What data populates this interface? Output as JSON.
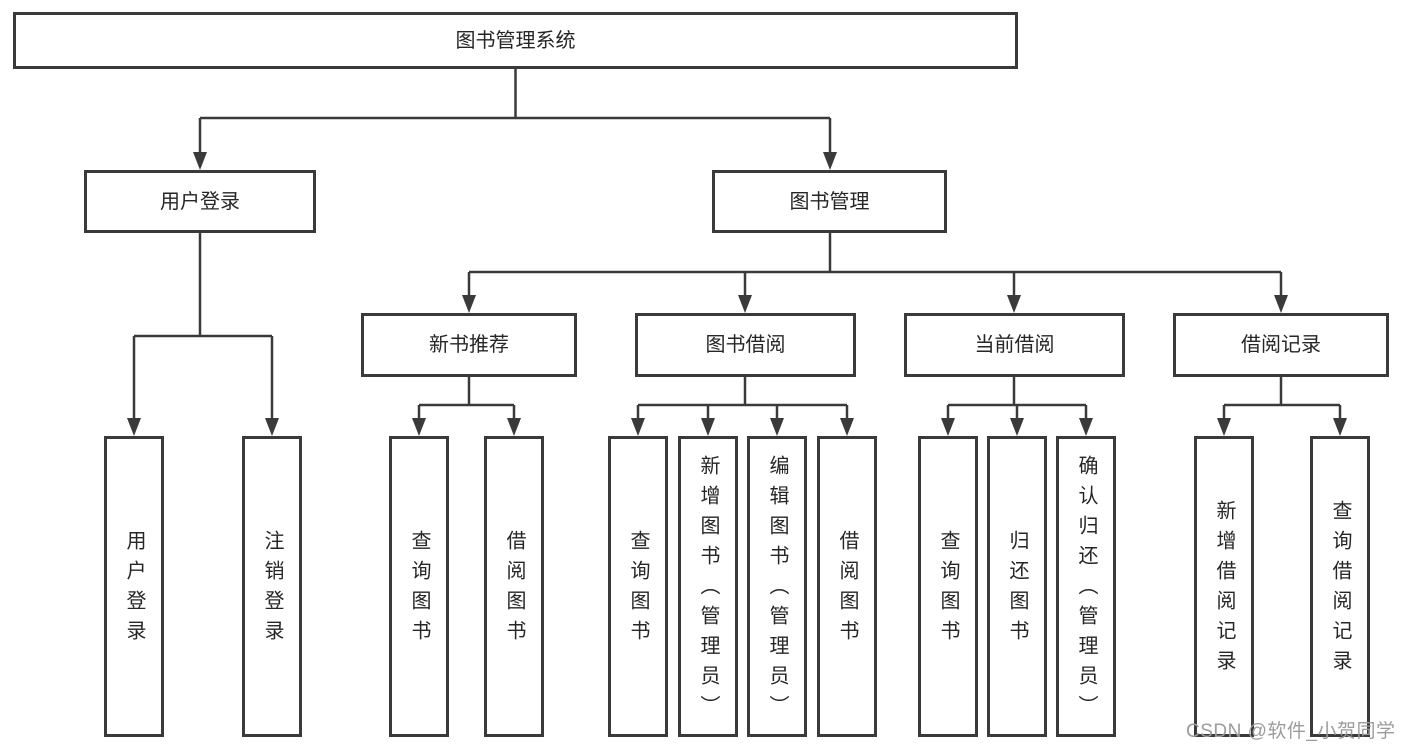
{
  "diagram_type": "hierarchy-tree",
  "tree": {
    "label": "图书管理系统",
    "children": [
      {
        "label": "用户登录",
        "children": [
          {
            "label": "用户登录"
          },
          {
            "label": "注销登录"
          }
        ]
      },
      {
        "label": "图书管理",
        "children": [
          {
            "label": "新书推荐",
            "children": [
              {
                "label": "查询图书"
              },
              {
                "label": "借阅图书"
              }
            ]
          },
          {
            "label": "图书借阅",
            "children": [
              {
                "label": "查询图书"
              },
              {
                "label": "新增图书（管理员）"
              },
              {
                "label": "编辑图书（管理员）"
              },
              {
                "label": "借阅图书"
              }
            ]
          },
          {
            "label": "当前借阅",
            "children": [
              {
                "label": "查询图书"
              },
              {
                "label": "归还图书"
              },
              {
                "label": "确认归还（管理员）"
              }
            ]
          },
          {
            "label": "借阅记录",
            "children": [
              {
                "label": "新增借阅记录"
              },
              {
                "label": "查询借阅记录"
              }
            ]
          }
        ]
      }
    ]
  },
  "watermark": "CSDN @软件_小贺同学",
  "colors": {
    "line": "#3a3a3a",
    "box_border": "#3a3a3a",
    "text": "#262626",
    "watermark": "#9c9c9c",
    "background": "#ffffff"
  }
}
